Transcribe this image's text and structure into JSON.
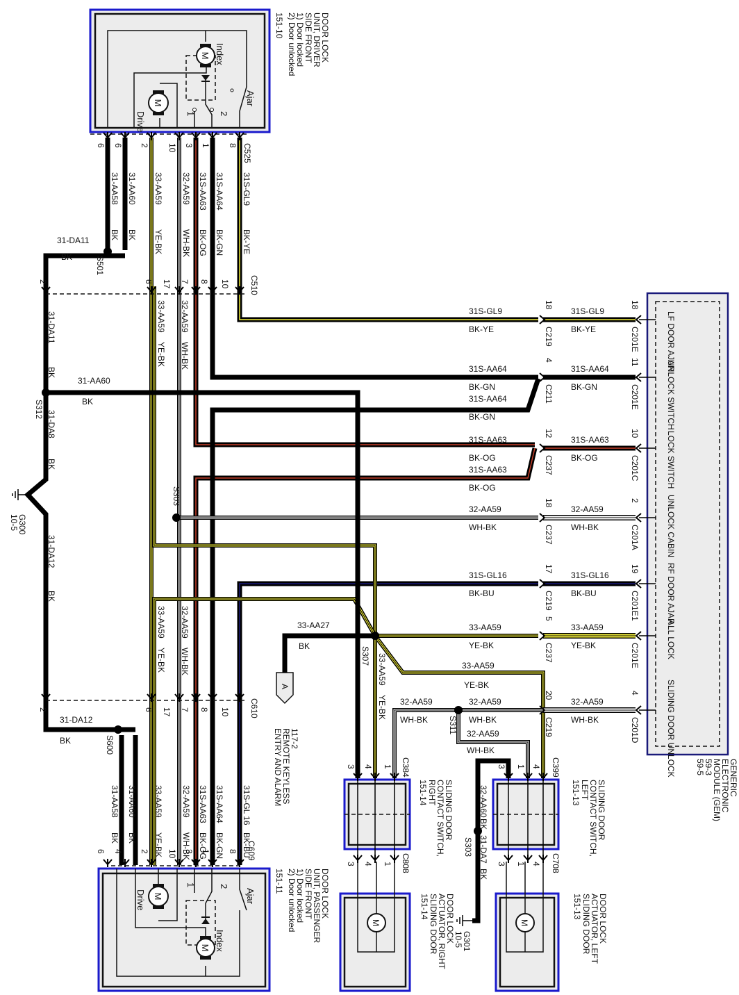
{
  "title": "Door Lock Wiring Diagram",
  "colors": {
    "BK": "#000000",
    "YE": "#f4ef3a",
    "WH": "#ffffff",
    "OG": "#c8402a",
    "GN": "#000000",
    "BU": "#1a1a7a",
    "box_border": "#1a1acc",
    "box_fill": "#ececec"
  },
  "components": {
    "door_lock_driver": {
      "title_lines": [
        "DOOR LOCK",
        "UNIT, DRIVER",
        "SIDE FRONT",
        "1) Door locked",
        "2) Door unlocked",
        "151-10"
      ],
      "motor_drive": "Drive",
      "motor_index": "Index",
      "switch_ajar": "Ajar",
      "switch_pos_1": "1",
      "switch_pos_2": "2",
      "connector": "C525",
      "pins": [
        "6",
        "6",
        "2",
        "10",
        "3",
        "1",
        "8"
      ]
    },
    "door_lock_passenger": {
      "title_lines": [
        "DOOR LOCK",
        "UNIT, PASSENGER",
        "SIDE FRONT",
        "1) Door locked",
        "2) Door unlocked",
        "151-11"
      ],
      "motor_drive": "Drive",
      "motor_index": "Index",
      "switch_ajar": "Ajar",
      "switch_pos_1": "1",
      "switch_pos_2": "2",
      "connector": "C609",
      "pins": [
        "6",
        "4",
        "2",
        "10",
        "3",
        "1",
        "8"
      ]
    },
    "gem": {
      "title_lines": [
        "GENERIC",
        "ELECTRONIC",
        "MODULE (GEM)",
        "59-3",
        "59-5"
      ],
      "functions": [
        "LF DOOR AJAR",
        "UNLOCK SWITCH",
        "LOCK SWITCH",
        "UNLOCK CABIN",
        "RF DOOR AJAR",
        "ALL LOCK",
        "SLIDING DOOR UNLOCK"
      ]
    },
    "sliding_switch_right": {
      "title_lines": [
        "SLIDING DOOR",
        "CONTACT SWITCH,",
        "RIGHT",
        "151-14"
      ],
      "connector_top": "C384",
      "pins_top": [
        "3",
        "4",
        "1"
      ],
      "connector_bottom": "C808",
      "pins_bottom": [
        "3",
        "4",
        "1"
      ]
    },
    "sliding_switch_left": {
      "title_lines": [
        "SLIDING DOOR",
        "CONTACT SWITCH,",
        "LEFT",
        "151-13"
      ],
      "connector_top": "C399",
      "pins_top": [
        "3",
        "1",
        "4"
      ],
      "connector_bottom": "C708",
      "pins_bottom": [
        "3",
        "1",
        "4"
      ]
    },
    "actuator_right": {
      "title_lines": [
        "DOOR LOCK",
        "ACTUATOR, RIGHT",
        "SLIDING DOOR",
        "151-14"
      ]
    },
    "actuator_left": {
      "title_lines": [
        "DOOR LOCK",
        "ACTUATOR, LEFT",
        "SLIDING DOOR",
        "151-13"
      ]
    },
    "remote_keyless": {
      "connector_letter": "A",
      "title_lines": [
        "117-2",
        "REMOTE KEYLESS",
        "ENTRY AND ALARM"
      ]
    }
  },
  "grounds": [
    {
      "id": "G300",
      "ref": "10-5"
    },
    {
      "id": "G301",
      "ref": "10-5"
    }
  ],
  "splices": [
    "S501",
    "S312",
    "S303",
    "S307",
    "S311",
    "S600",
    "S303"
  ],
  "connectors": {
    "C510": {
      "pins": [
        "2",
        "6",
        "17",
        "7",
        "8",
        "10"
      ]
    },
    "C610": {
      "pins": [
        "2",
        "6",
        "17",
        "7",
        "8",
        "10"
      ]
    },
    "C219": {
      "pins": [
        "18",
        "17",
        "20"
      ]
    },
    "C211": {
      "pins": [
        "4"
      ]
    },
    "C237": {
      "pins": [
        "12",
        "18",
        "5"
      ]
    },
    "C201E": {
      "pins": [
        "18",
        "11",
        "19"
      ]
    },
    "C201C": {
      "pins": [
        "10"
      ]
    },
    "C201A": {
      "pins": [
        "2"
      ]
    },
    "C201D": {
      "pins": [
        "4"
      ]
    }
  },
  "wires": {
    "driver_side": [
      {
        "circuit": "31-AA58",
        "color": "BK"
      },
      {
        "circuit": "31-AA60",
        "color": "BK"
      },
      {
        "circuit": "33-AA59",
        "color": "YE-BK"
      },
      {
        "circuit": "32-AA59",
        "color": "WH-BK"
      },
      {
        "circuit": "31S-AA63",
        "color": "BK-OG"
      },
      {
        "circuit": "31S-AA64",
        "color": "BK-GN"
      },
      {
        "circuit": "31S-GL9",
        "color": "BK-YE"
      }
    ],
    "passenger_side": [
      {
        "circuit": "31-AA58",
        "color": "BK"
      },
      {
        "circuit": "31-AA60",
        "color": "BK"
      },
      {
        "circuit": "33-AA59",
        "color": "YE-BK"
      },
      {
        "circuit": "32-AA59",
        "color": "WH-BK"
      },
      {
        "circuit": "31S-AA63",
        "color": "BK-OG"
      },
      {
        "circuit": "31S-AA64",
        "color": "BK-GN"
      },
      {
        "circuit": "31S-GL 16",
        "color": "BK-BU"
      }
    ],
    "body_vertical": [
      {
        "circuit": "33-AA59",
        "color": "YE-BK"
      },
      {
        "circuit": "32-AA59",
        "color": "WH-BK"
      }
    ],
    "ground_bus": [
      {
        "circuit": "31-DA11",
        "color": "BK"
      },
      {
        "circuit": "31-DA8",
        "color": "BK"
      },
      {
        "circuit": "31-DA12",
        "color": "BK"
      },
      {
        "circuit": "31-AA60",
        "color": "BK"
      },
      {
        "circuit": "31-DA7",
        "color": "BK"
      },
      {
        "circuit": "32-AA60",
        "color": "BK"
      },
      {
        "circuit": "33-AA27",
        "color": "BK"
      }
    ],
    "gem_runs": [
      {
        "circuit": "31S-GL9",
        "color": "BK-YE"
      },
      {
        "circuit": "31S-AA64",
        "color": "BK-GN"
      },
      {
        "circuit": "31S-AA63",
        "color": "BK-OG"
      },
      {
        "circuit": "32-AA59",
        "color": "WH-BK"
      },
      {
        "circuit": "31S-GL16",
        "color": "BK-BU"
      },
      {
        "circuit": "33-AA59",
        "color": "YE-BK"
      },
      {
        "circuit": "32-AA59",
        "color": "WH-BK"
      }
    ],
    "extra_labels": [
      {
        "circuit": "31S-AA64",
        "color": "BK-GN"
      },
      {
        "circuit": "31S-AA63",
        "color": "BK-OG"
      },
      {
        "circuit": "33-AA59",
        "color": "YE-BK"
      },
      {
        "circuit": "32-AA59",
        "color": "WH-BK"
      },
      {
        "circuit": "32-AA59",
        "color": "WH-BK"
      },
      {
        "circuit": "32-AA59",
        "color": "WH-BK"
      }
    ]
  }
}
